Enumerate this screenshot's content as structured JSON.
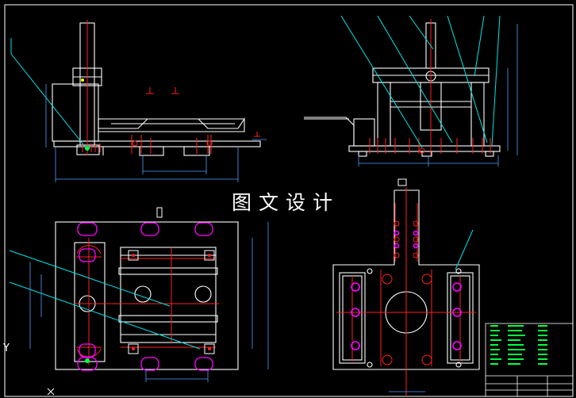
{
  "watermark": "图文设计",
  "axis_label_y": "Y",
  "colors": {
    "background": "#000000",
    "outline": "#ffffff",
    "leader": "#00e5e5",
    "centerline": "#ff2020",
    "hole": "#ff00ff",
    "dimension": "#4aa0ff",
    "title_block": "#00ff40",
    "marker": "#ffff00"
  },
  "views": [
    "front-elevation",
    "side-elevation",
    "plan-view",
    "section-view-c-c",
    "title-block"
  ]
}
